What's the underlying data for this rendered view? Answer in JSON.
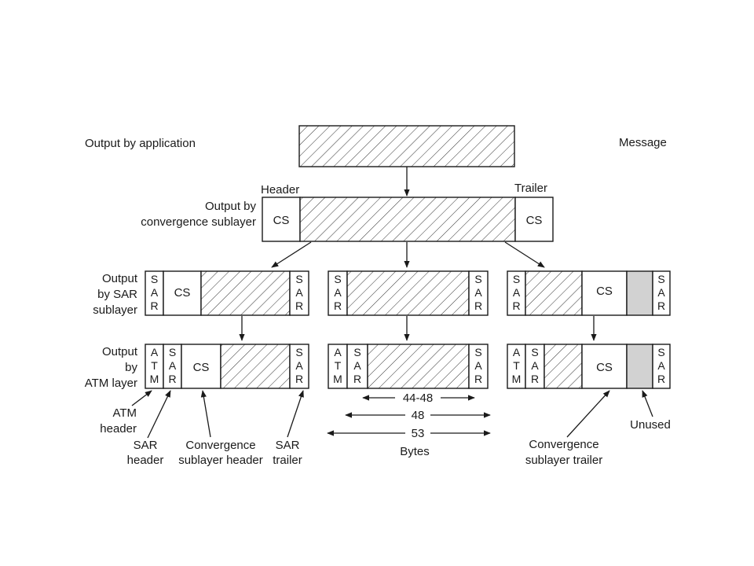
{
  "labels": {
    "output_application": "Output by application",
    "message": "Message",
    "header": "Header",
    "trailer": "Trailer",
    "output_cs": [
      "Output by",
      "convergence sublayer"
    ],
    "output_sar": [
      "Output",
      "by SAR",
      "sublayer"
    ],
    "output_atm": [
      "Output",
      "by",
      "ATM layer"
    ],
    "atm_header": [
      "ATM",
      "header"
    ],
    "sar_header": [
      "SAR",
      "header"
    ],
    "cs_header": [
      "Convergence",
      "sublayer header"
    ],
    "sar_trailer": [
      "SAR",
      "trailer"
    ],
    "cs_trailer": [
      "Convergence",
      "sublayer trailer"
    ],
    "unused": "Unused",
    "bytes": "Bytes",
    "dim_payload": "44-48",
    "dim_sar": "48",
    "dim_cell": "53"
  },
  "cells": {
    "cs": "CS",
    "sar_stack": [
      "S",
      "A",
      "R"
    ],
    "atm_stack": [
      "A",
      "T",
      "M"
    ]
  },
  "colors": {
    "line": "#1a1a1a",
    "unused_fill": "#d2d2d2",
    "background": "#ffffff"
  }
}
